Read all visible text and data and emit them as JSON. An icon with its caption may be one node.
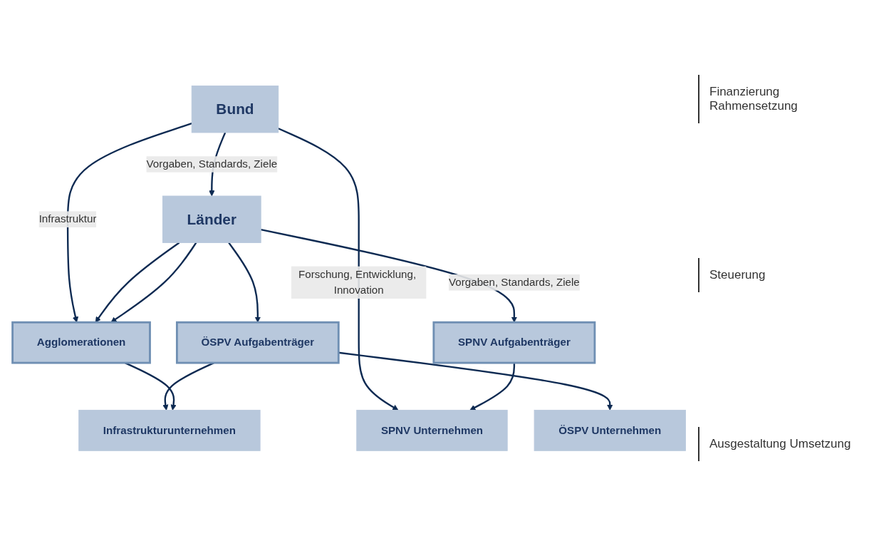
{
  "diagram": {
    "nodes": [
      {
        "text": [
          "Bund"
        ]
      },
      {
        "text": [
          "Länder"
        ]
      },
      {
        "text": [
          "SPNV Aufgabenträger"
        ]
      },
      {
        "text": [
          "ÖSPV Aufgabenträger"
        ]
      },
      {
        "text": [
          "Agglomerationen"
        ]
      },
      {
        "text": [
          "SPNV Unternehmen"
        ]
      },
      {
        "text": [
          "ÖSPV Unternehmen"
        ]
      },
      {
        "text": [
          "Infrastrukturunternehmen"
        ]
      }
    ],
    "edges": [
      {
        "from": 0,
        "to": 1,
        "arrow": "to",
        "label": "Vorgaben, Standards, Ziele"
      },
      {
        "from": 0,
        "to": 5,
        "arrow": "to",
        "label": "Forschung, Entwicklung, Innovation"
      },
      {
        "from": 0,
        "to": 4,
        "arrow": "to",
        "label": "Infrastruktur"
      },
      {
        "from": 1,
        "to": 4,
        "arrow": "to"
      },
      {
        "from": 1,
        "to": 2,
        "arrow": "to",
        "label": "Vorgaben, Standards, Ziele"
      },
      {
        "from": 1,
        "to": 3,
        "arrow": "to"
      },
      {
        "from": 1,
        "to": 4,
        "arrow": "to"
      },
      {
        "from": 2,
        "to": 5,
        "arrow": "to"
      },
      {
        "from": 3,
        "to": 6,
        "arrow": "to"
      },
      {
        "from": 3,
        "to": 7,
        "arrow": "to"
      },
      {
        "from": 4,
        "to": 7,
        "arrow": "to"
      }
    ],
    "labels": [
      "Finanzierung Rahmensetzung",
      "Steuerung",
      "Ausgestaltung Umsetzung"
    ]
  }
}
